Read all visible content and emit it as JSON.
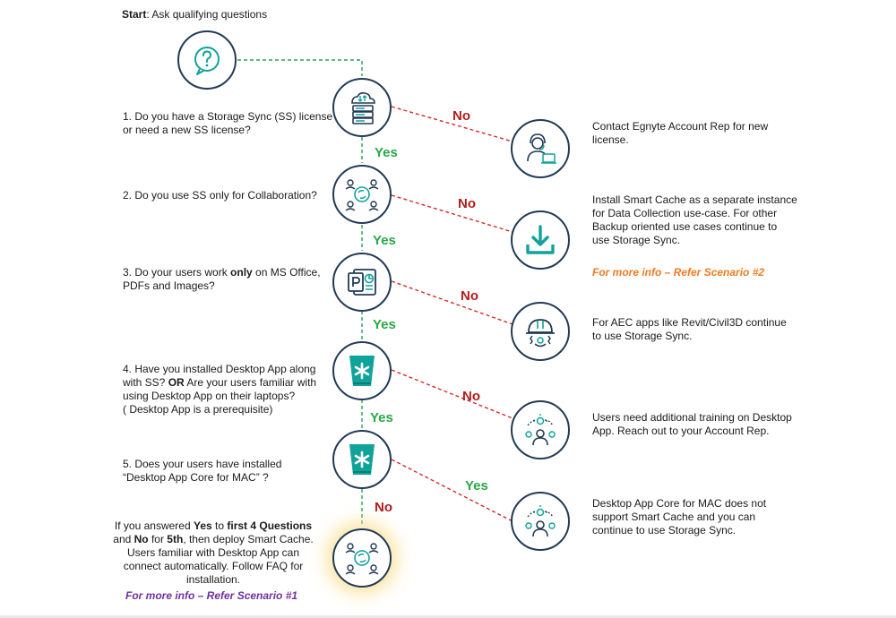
{
  "title": {
    "bold": "Start",
    "rest": ": Ask qualifying questions"
  },
  "questions": [
    {
      "lines": [
        "1. Do you have a Storage Sync (SS) license",
        "or need a new SS license?"
      ]
    },
    {
      "lines": [
        "2. Do you use SS only for Collaboration?"
      ]
    },
    {
      "pre": "3. Do your users work ",
      "bold": "only",
      "post": " on MS Office,",
      "line2": "PDFs and Images?"
    },
    {
      "l1": "4. Have you installed Desktop App along",
      "l2a": "with SS? ",
      "l2b": "OR",
      "l2c": " Are your users familiar with",
      "l3": "using Desktop App on their laptops?",
      "l4": "( Desktop App is a prerequisite)"
    },
    {
      "lines": [
        "5. Does your users have installed",
        "“Desktop App Core for MAC” ?"
      ]
    }
  ],
  "decision_labels": [
    {
      "branch": "Yes",
      "side": "No"
    },
    {
      "branch": "Yes",
      "side": "No"
    },
    {
      "branch": "Yes",
      "side": "No"
    },
    {
      "branch": "Yes",
      "side": "No"
    },
    {
      "branch": "No",
      "side": "Yes"
    }
  ],
  "outcomes": [
    {
      "lines": [
        "Contact Egnyte Account Rep for new",
        "license."
      ]
    },
    {
      "lines": [
        "Install Smart Cache as a separate instance",
        "for Data Collection use-case. For other",
        "Backup oriented use cases continue to",
        "use Storage Sync."
      ],
      "ref": "For more info – Refer Scenario #2"
    },
    {
      "lines": [
        "For AEC apps like Revit/Civil3D continue",
        "to use Storage Sync."
      ]
    },
    {
      "lines": [
        "Users need additional training on Desktop",
        "App. Reach out to your Account Rep."
      ]
    },
    {
      "lines": [
        "Desktop App Core for MAC does not",
        "support Smart Cache and you can",
        "continue to use Storage Sync."
      ]
    }
  ],
  "conclusion": {
    "l1a": "If you answered ",
    "l1b": "Yes",
    "l1c": " to ",
    "l1d": "first 4 Questions",
    "l2a": "and ",
    "l2b": "No",
    "l2c": " for ",
    "l2d": "5th",
    "l2e": ", then deploy Smart Cache.",
    "l3": "Users familiar with Desktop App can",
    "l4": "connect automatically. Follow FAQ for",
    "l5": "installation.",
    "ref": "For more info – Refer Scenario #1"
  },
  "colors": {
    "navy": "#233a56",
    "teal": "#10a39a",
    "yes": "#29a845",
    "no": "#b31b1b",
    "link_green": "#2ba05a",
    "link_red": "#d42a2a",
    "ref_orange": "#f47a20",
    "ref_purple": "#7030a0"
  },
  "icons": [
    "question-icon",
    "cloud-server-icon",
    "collaboration-cycle-icon",
    "powerpoint-icon",
    "desktop-app-icon",
    "support-agent-icon",
    "download-icon",
    "engineer-helmet-icon",
    "training-team-icon",
    "smart-cache-icon"
  ]
}
